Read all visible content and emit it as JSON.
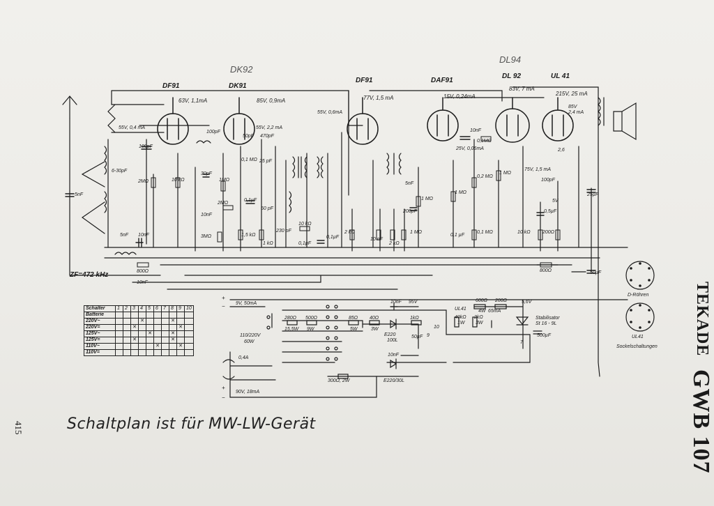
{
  "tubes": [
    {
      "id": "df91-1",
      "label": "DF91",
      "volt": "63V, 1,1mA"
    },
    {
      "id": "dk91",
      "label": "DK91",
      "pencil": "DK92",
      "volt": "85V, 0,9mA"
    },
    {
      "id": "df91-2",
      "label": "DF91",
      "volt": "77V, 1,5 mA"
    },
    {
      "id": "daf91",
      "label": "DAF91",
      "volt": "15V, 0,24mA"
    },
    {
      "id": "dl92",
      "label": "DL 92",
      "pencil": "DL94",
      "volt": "83V, 7 mA"
    },
    {
      "id": "ul41",
      "label": "UL 41",
      "volt": "215V, 25 mA"
    }
  ],
  "component_labels": {
    "c_antenna": "5nF",
    "c_100p": "100pF",
    "c_trim": "6-30pF",
    "r_2m": "2MΩ",
    "c_5n": "5nF",
    "c_10n_a": "10nF",
    "r_800": "800Ω",
    "c_10n_b": "10nF",
    "volt_55": "55V, 0,4 mA",
    "c_100pf2": "100pF",
    "r_10k": "10 kΩ",
    "c_30pf": "30pF",
    "r_1m": "1MΩ",
    "volt_55b": "55V, 2,2 mA",
    "c_50pf": "50pF",
    "c_470": "470pF",
    "c_25": "25 pF",
    "c_01": "0,1 MΩ",
    "r_2m2": "2MΩ",
    "c_01uf": "0,1µF",
    "c_60": "60 pF",
    "c_10nf3": "10nF",
    "r_3m": "3MΩ",
    "r_15k": "1,5 kΩ",
    "r_1k": "1 kΩ",
    "c_230": "230 pF",
    "r_10k2": "10 kΩ",
    "c_01uf2": "0,1µF",
    "volt_55c": "55V, 0,6mA",
    "c_01uf3": "0,1µF",
    "r_2k": "2 kΩ",
    "c_5nf2": "5nF",
    "r_1m2": "1 MΩ",
    "c_200": "200pF",
    "c_10nf4": "10 nF",
    "r_2k2": "2 kΩ",
    "r_1m3": "1 MΩ",
    "c_01uf4": "0,1 µF",
    "r_25v": "25V, 0,06mA",
    "c_10nf5": "10nF",
    "r_01m": "0,1MΩ",
    "r_02m": "0,2 MΩ",
    "r_1mf": "1 MΩ",
    "r_01mf": "0,1 MΩ",
    "r_1m4": "1 MΩ",
    "r_75v": "75V, 1,5 mA",
    "r_10k3": "10 kΩ",
    "c_100pf3": "100pF",
    "c_05": "0,5µF",
    "r_200": "200Ω",
    "r_800b": "800Ω",
    "c_50u": "50µF",
    "c_25u": "25µF",
    "volt_85": "85V",
    "volt_24": "2,4 mA",
    "volt_5": "5V",
    "volt_26": "2,6"
  },
  "zf": "ZF=472 kHz",
  "switch_table": {
    "header": "Schalter",
    "cols": [
      "1",
      "2",
      "3",
      "4",
      "5",
      "6",
      "7",
      "8",
      "9",
      "10"
    ],
    "rows": [
      {
        "label": "Batterie",
        "marks": []
      },
      {
        "label": "220V~",
        "marks": [
          4,
          8
        ]
      },
      {
        "label": "220V=",
        "marks": [
          3,
          9
        ]
      },
      {
        "label": "125V~",
        "marks": [
          5,
          8
        ]
      },
      {
        "label": "125V=",
        "marks": [
          3,
          8
        ]
      },
      {
        "label": "110V~",
        "marks": [
          6,
          9
        ]
      },
      {
        "label": "110V=",
        "marks": []
      }
    ]
  },
  "power_labels": {
    "plus1": "+",
    "minus1": "−",
    "plus2": "+",
    "minus2": "−",
    "batt_9v": "9V, 50mA",
    "mains": "110/220V",
    "mains_w": "60W",
    "fuse": "0,4A",
    "batt_90v": "90V, 18mA",
    "r_280": "280Ω",
    "w_155": "15,5W",
    "r_500": "500Ω",
    "w_9": "9W",
    "r_85": "85Ω",
    "w_5": "5W",
    "r_40": "40Ω",
    "w_3": "3W",
    "r_1k": "1kΩ",
    "diode": "E220",
    "diode_c": "100L",
    "c_50uf": "50µF",
    "volt_95": "95V",
    "c_10nf_p": "10nF",
    "r_300": "300Ω, 2W",
    "diode2": "E220/30L",
    "c_10nf_p2": "10nF",
    "ul41": "UL41",
    "r_40k": "40kΩ",
    "w_1": "1W",
    "r_2k": "2kΩ",
    "w_3b": "3W",
    "r_600": "600Ω",
    "w_4": "4W",
    "ma_65": "65mA",
    "r_200": "200Ω",
    "v_56": "5,6V",
    "stab": "Stabilisator",
    "stab2": "St 16 - 9L",
    "c_500": "500µF",
    "num_10": "10",
    "num_9": "9",
    "num_7": "7"
  },
  "sockets": {
    "caption1": "D-Röhren",
    "caption2": "UL41",
    "caption3": "Sockelschaltungen"
  },
  "title_brand": "TEKADE",
  "title_model": "GWB 107",
  "page_number": "415",
  "handwritten_note": "Schaltplan ist für MW-LW-Gerät"
}
